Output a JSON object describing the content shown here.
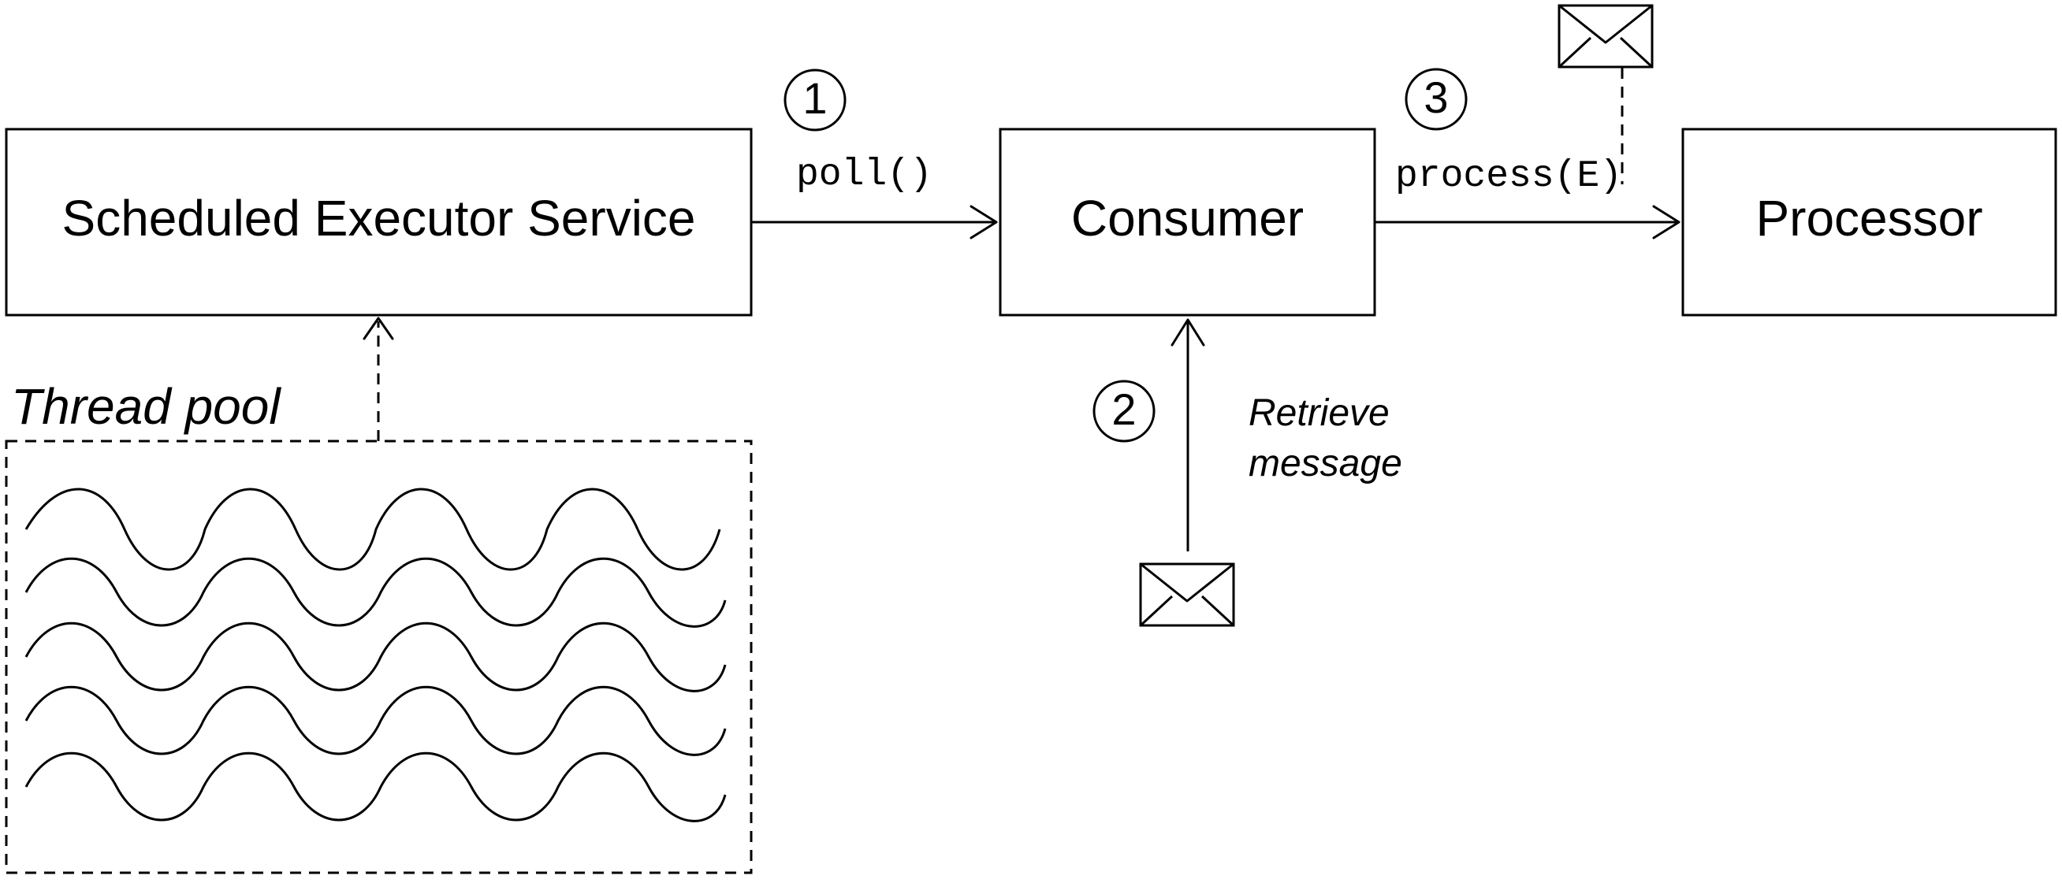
{
  "nodes": {
    "scheduled_executor_service": "Scheduled Executor Service",
    "consumer": "Consumer",
    "processor": "Processor"
  },
  "edges": {
    "poll": "poll()",
    "process": "process(E)"
  },
  "steps": [
    "1",
    "2",
    "3"
  ],
  "thread_pool": {
    "label": "Thread pool"
  },
  "retrieve_message": {
    "line1": "Retrieve",
    "line2": "message"
  },
  "icons": {
    "incoming_message": "envelope-icon",
    "processed_message": "envelope-icon"
  }
}
